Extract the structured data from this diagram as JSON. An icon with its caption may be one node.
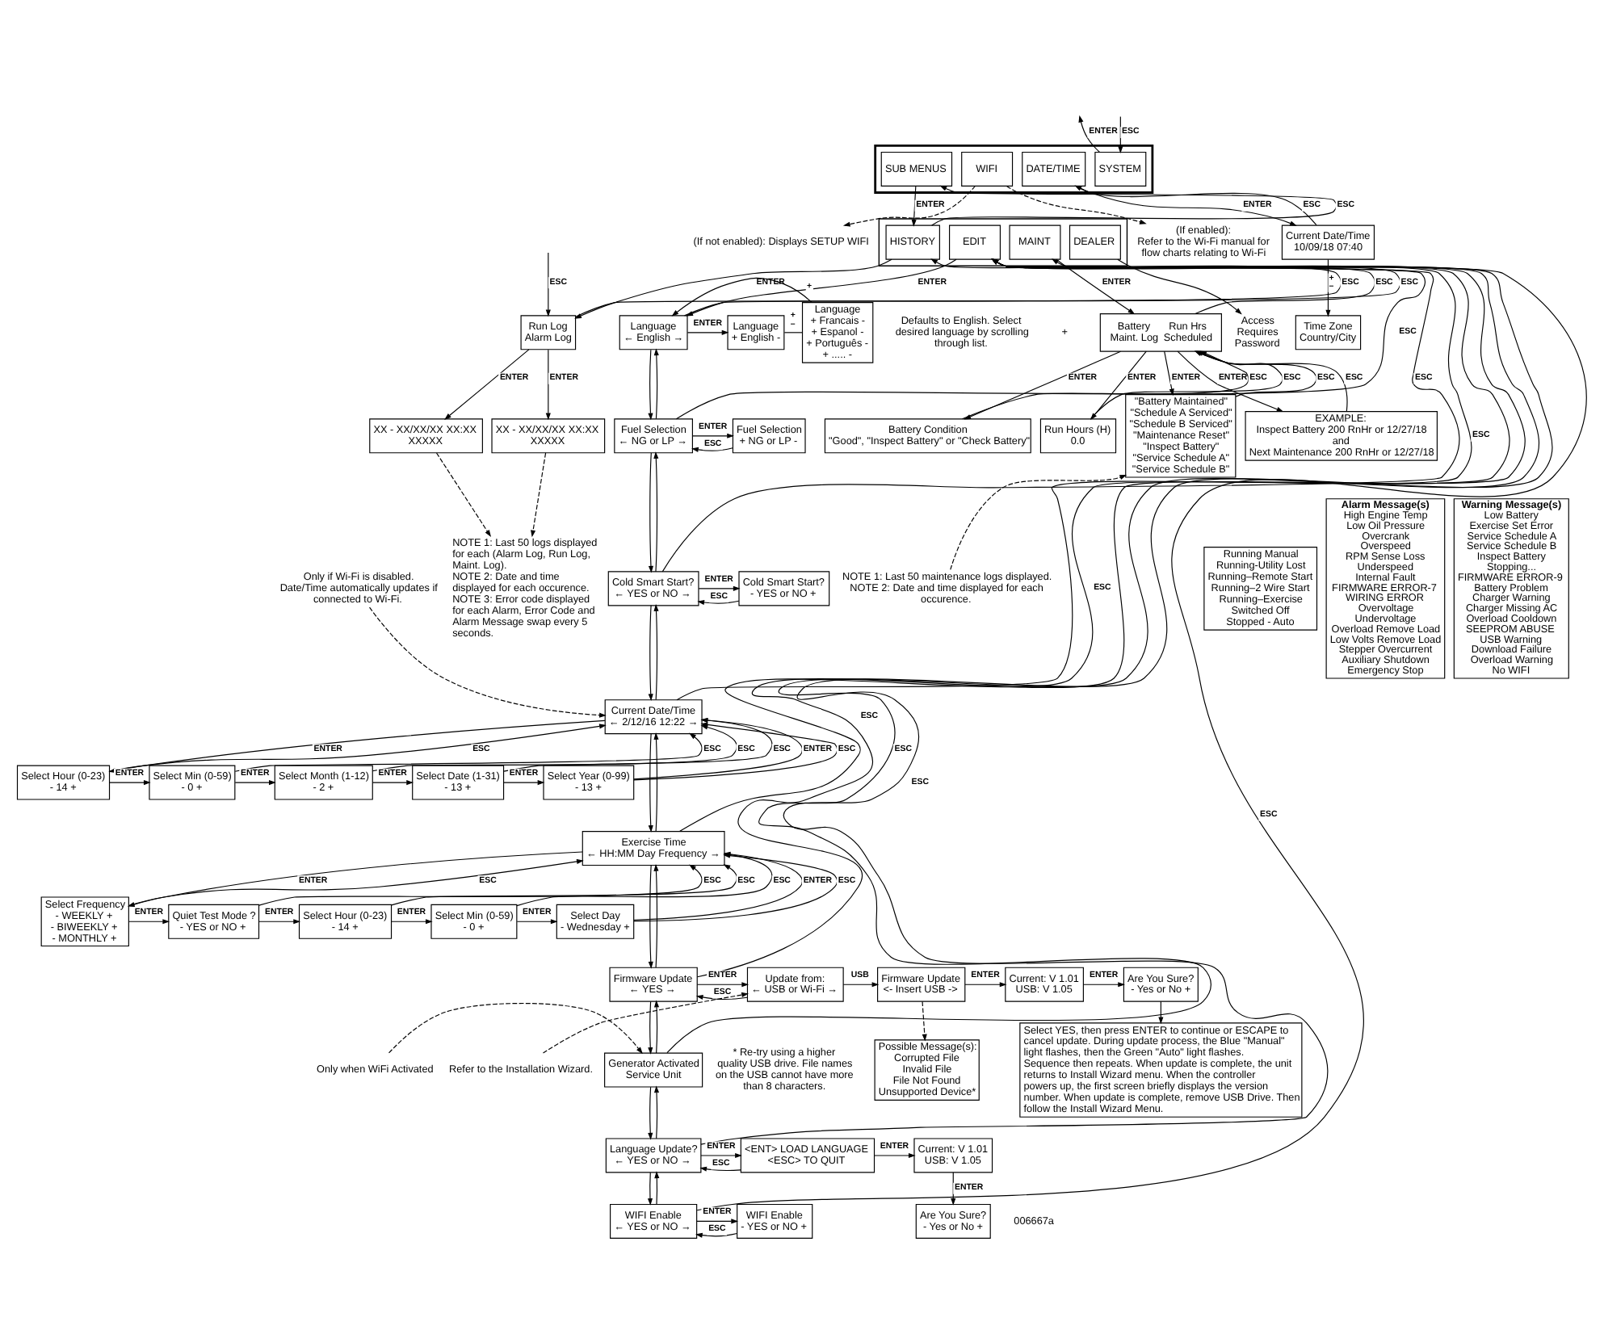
{
  "diagram": {
    "nodes": [
      {
        "text": [],
        "shape": "box"
      },
      {
        "text": [
          "SYSTEM"
        ],
        "in": 0
      },
      {
        "text": [
          "DATE/TIME"
        ],
        "in": 0
      },
      {
        "text": [
          "WIFI"
        ],
        "in": 0
      },
      {
        "text": [
          "SUB MENUS"
        ],
        "in": 0
      },
      {
        "text": [
          "Current Date/Time",
          "10/09/18 07:40"
        ]
      },
      {
        "text": [
          "Time Zone",
          "Country/City"
        ]
      },
      {
        "text": [
          "Running Manual",
          "Running-Utility Lost",
          "Running–Remote Start",
          "Running–2 Wire Start",
          "Running–Exercise",
          "Switched Off",
          "Stopped - Auto"
        ]
      },
      {
        "text": [
          "(If enabled):",
          "Refer to the Wi-Fi manual for flow charts relating to Wi-Fi"
        ]
      },
      {
        "text": [
          "(If not enabled): Displays SETUP WIFI"
        ]
      },
      {
        "text": [],
        "shape": "box"
      },
      {
        "text": [
          "HISTORY"
        ],
        "in": 10
      },
      {
        "text": [
          "MAINT"
        ],
        "in": 10
      },
      {
        "text": [
          "EDIT"
        ],
        "in": 10
      },
      {
        "text": [
          "DEALER"
        ],
        "in": 10
      },
      {
        "text": [
          "Access Requires Password"
        ]
      },
      {
        "text": [
          "Run Log",
          "Alarm Log"
        ]
      },
      {
        "text": [
          "XX - XX/XX/XX XX:XX",
          "XXXXX"
        ]
      },
      {
        "text": [
          "XX - XX/XX/XX XX:XX",
          "XXXXX"
        ]
      },
      {
        "text": [
          "NOTE 1: Last 50 logs displayed for each (Alarm Log, Run Log, Maint. Log).",
          "NOTE 2: Date and time displayed for each occurence.",
          "NOTE 3: Error code displayed for each Alarm, Error Code and Alarm Message swap every 5 seconds."
        ]
      },
      {
        "text": [
          "Battery Maint. Log",
          "Run Hrs Scheduled"
        ]
      },
      {
        "text": [
          "Battery Condition",
          "\"Good\", \"Inspect Battery\" or \"Check Battery\""
        ]
      },
      {
        "text": [
          "Run Hours (H)",
          "0.0"
        ]
      },
      {
        "text": [
          "\"Battery Maintained\"",
          "\"Schedule A Serviced\"",
          "\"Schedule B Serviced\"",
          "\"Maintenance Reset\"",
          "\"Inspect Battery\"",
          "\"Service Schedule A\"",
          "\"Service Schedule B\""
        ]
      },
      {
        "text": [
          "EXAMPLE:",
          "Inspect Battery 200 RnHr or 12/27/18",
          "and",
          "Next Maintenance 200 RnHr or 12/27/18"
        ]
      },
      {
        "text": [
          "NOTE 1: Last 50 maintenance logs displayed.",
          "NOTE 2: Date and time displayed for each occurence."
        ]
      },
      {
        "text": [
          "Language",
          "← English →"
        ]
      },
      {
        "text": [
          "Language",
          "+ English -"
        ]
      },
      {
        "text": [
          "Language",
          "+ Francais -",
          "+ Espanol -",
          "+ Português -",
          "+ ..... -"
        ],
        "beside": [
          "Defaults to English. Select desired language by scrolling through list."
        ]
      },
      {
        "text": [
          "Fuel Selection",
          "← NG or LP →"
        ]
      },
      {
        "text": [
          "Fuel Selection",
          "+ NG or LP -"
        ]
      },
      {
        "text": [
          "Cold Smart Start?",
          "← YES or NO →"
        ]
      },
      {
        "text": [
          "Cold Smart Start?",
          "- YES or NO +"
        ]
      },
      {
        "text": [
          "Only if Wi-Fi is disabled.",
          "Date/Time automatically updates if connected to Wi-Fi."
        ]
      },
      {
        "text": [
          "Current Date/Time",
          "← 2/12/16 12:22 →"
        ]
      },
      {
        "text": [
          "Select Hour (0-23)",
          "- 14 +"
        ]
      },
      {
        "text": [
          "Select Min (0-59)",
          "- 0 +"
        ]
      },
      {
        "text": [
          "Select Month (1-12)",
          "- 2 +"
        ]
      },
      {
        "text": [
          "Select Date (1-31)",
          "- 13 +"
        ]
      },
      {
        "text": [
          "Select Year (0-99)",
          "- 13 +"
        ]
      },
      {
        "text": [
          "Alarm Message(s)",
          "High Engine Temp",
          "Low Oil Pressure",
          "Overcrank",
          "Overspeed",
          "RPM Sense Loss",
          "Underspeed",
          "Internal Fault",
          "FIRMWARE ERROR-7",
          "WIRING ERROR",
          "Overvoltage",
          "Undervoltage",
          "Overload Remove Load",
          "Low Volts Remove Load",
          "Stepper Overcurrent",
          "Auxiliary Shutdown",
          "Emergency Stop"
        ]
      },
      {
        "text": [
          "Exercise Time",
          "← HH:MM Day Frequency →"
        ]
      },
      {
        "text": [
          "Select Frequency",
          "- WEEKLY +",
          "- BIWEEKLY +",
          "- MONTHLY +"
        ]
      },
      {
        "text": [
          "Quiet Test Mode ?",
          "- YES or NO +"
        ]
      },
      {
        "text": [
          "Select Hour (0-23)",
          "- 14 +"
        ]
      },
      {
        "text": [
          "Select Min (0-59)",
          "- 0 +"
        ]
      },
      {
        "text": [
          "Select Day",
          "- Wednesday +"
        ]
      },
      {
        "text": [
          "Firmware Update",
          "← YES →"
        ]
      },
      {
        "text": [
          "Update from:",
          "← USB or Wi-Fi →"
        ]
      },
      {
        "text": [
          "Firmware Update",
          "<- Insert USB ->"
        ]
      },
      {
        "text": [
          "Current: V 1.01",
          "USB: V 1.05"
        ]
      },
      {
        "text": [
          "Are You Sure?",
          "- Yes or No +"
        ]
      },
      {
        "text": [
          "Refer to the Installation Wizard."
        ]
      },
      {
        "text": [
          "Possible Message(s):",
          "Corrupted File",
          "Invalid File",
          "File Not Found",
          "Unsupported Device*"
        ],
        "beside": [
          "* Re-try using a higher quality USB drive. File names on the USB cannot have more than 8 characters."
        ]
      },
      {
        "text": [
          "Warning Message(s)",
          "Low Battery",
          "Exercise Set Error",
          "Service Schedule A",
          "Service Schedule B",
          "Inspect Battery",
          "Stopping...",
          "FIRMWARE ERROR-9",
          "Battery Problem",
          "Charger Warning",
          "Charger Missing AC",
          "Overload Cooldown",
          "SEEPROM ABUSE",
          "USB Warning",
          "Download Failure",
          "Overload Warning",
          "No WIFI"
        ]
      },
      {
        "text": [
          "Generator Activated",
          "Service Unit"
        ]
      },
      {
        "text": [
          "Only when WiFi Activated"
        ]
      },
      {
        "text": [
          "Language Update?",
          "← YES or NO →"
        ]
      },
      {
        "text": [
          "<ENT> LOAD LANGUAGE",
          "<ESC> TO QUIT"
        ]
      },
      {
        "text": [
          "Current: V 1.01",
          "USB: V 1.05"
        ]
      },
      {
        "text": [
          "Select YES, then press ENTER to continue or ESCAPE to cancel update. During update process, the Blue \"Manual\" light flashes, then the Green \"Auto\" light flashes. Sequence then repeats. When update is complete, the unit returns to Install Wizard menu. When the controller powers up, the first screen briefly displays the version number. When update is complete, remove USB Drive. Then follow the Install Wizard Menu."
        ]
      },
      {
        "text": [
          "Are You Sure?",
          "- Yes or No +"
        ]
      },
      {
        "text": [
          "WIFI Enable",
          "← YES or NO →"
        ]
      },
      {
        "text": [
          "WIFI Enable",
          "- YES or NO +"
        ]
      }
    ],
    "edges": [
      {
        "from": 1,
        "to": null,
        "label": "ENTER",
        "arrow": "to"
      },
      {
        "from": null,
        "to": 1,
        "label": "ESC",
        "arrow": "to"
      },
      {
        "from": 3,
        "to": 8,
        "arrow": "to",
        "style": "dashed"
      },
      {
        "from": 3,
        "to": 9,
        "arrow": "to",
        "style": "dashed"
      },
      {
        "from": 5,
        "to": 2,
        "label": "ESC",
        "arrow": "to"
      },
      {
        "from": 2,
        "to": 5,
        "label": "ENTER",
        "arrow": "to"
      },
      {
        "from": 5,
        "to": 6,
        "label": "+ –",
        "arrow": "to"
      },
      {
        "from": 4,
        "to": 11,
        "label": "ENTER",
        "arrow": "to"
      },
      {
        "from": 11,
        "to": 4,
        "label": "ESC",
        "arrow": "to"
      },
      {
        "from": 16,
        "to": 17,
        "label": "ENTER",
        "arrow": "to"
      },
      {
        "from": null,
        "to": 16,
        "label": "ESC",
        "arrow": "to"
      },
      {
        "from": 16,
        "to": 18,
        "label": "ENTER",
        "arrow": "to"
      },
      {
        "from": 17,
        "to": 19,
        "arrow": "to",
        "style": "dashed"
      },
      {
        "from": 18,
        "to": 19,
        "arrow": "to",
        "style": "dashed"
      },
      {
        "from": 16,
        "to": 11,
        "label": "ESC",
        "arrow": "to"
      },
      {
        "from": 11,
        "to": 16,
        "label": "ENTER",
        "arrow": "to"
      },
      {
        "from": 20,
        "to": 12,
        "label": "ESC",
        "arrow": "to"
      },
      {
        "from": 12,
        "to": 20,
        "label": "ENTER",
        "arrow": "to"
      },
      {
        "from": 14,
        "to": 15,
        "arrow": "to"
      },
      {
        "from": 21,
        "to": 20,
        "label": "ESC",
        "arrow": "to"
      },
      {
        "from": 20,
        "to": 21,
        "label": "ENTER",
        "arrow": "to"
      },
      {
        "from": 22,
        "to": 20,
        "label": "ESC",
        "arrow": "to"
      },
      {
        "from": 20,
        "to": 22,
        "label": "ENTER",
        "arrow": "to"
      },
      {
        "from": 20,
        "to": 23,
        "label": "ENTER",
        "arrow": "to"
      },
      {
        "from": 23,
        "to": 20,
        "label": "ESC",
        "arrow": "to"
      },
      {
        "from": 20,
        "to": 24,
        "label": "ENTER",
        "arrow": "to"
      },
      {
        "from": 24,
        "to": 20,
        "label": "ESC",
        "arrow": "to"
      },
      {
        "from": 25,
        "to": 23,
        "arrow": "to",
        "style": "dashed"
      },
      {
        "from": 13,
        "to": 26,
        "label": "ENTER",
        "arrow": "to"
      },
      {
        "from": 26,
        "to": 13,
        "label": "ESC",
        "arrow": "to"
      },
      {
        "from": 29,
        "to": 13,
        "label": "ESC",
        "arrow": "to"
      },
      {
        "from": 31,
        "to": 13,
        "label": "ESC",
        "arrow": "to"
      },
      {
        "from": 34,
        "to": 13,
        "label": "ESC",
        "arrow": "to"
      },
      {
        "from": 41,
        "to": 13,
        "label": "ESC",
        "arrow": "to"
      },
      {
        "from": 47,
        "to": 13,
        "label": "ESC",
        "arrow": "to"
      },
      {
        "from": 55,
        "to": 13,
        "label": "ESC",
        "arrow": "to"
      },
      {
        "from": 57,
        "to": 13,
        "label": "ESC",
        "arrow": "to"
      },
      {
        "from": 62,
        "to": 13,
        "label": "ESC",
        "arrow": "to"
      },
      {
        "from": 26,
        "to": 27,
        "label": "ENTER",
        "arrow": "to"
      },
      {
        "from": 27,
        "to": 28,
        "label": "+ –",
        "arrow": "none"
      },
      {
        "from": 28,
        "to": 26,
        "label": "+",
        "arrow": "to"
      },
      {
        "from": 26,
        "to": 29,
        "arrow": "to"
      },
      {
        "from": 29,
        "to": 26,
        "arrow": "to"
      },
      {
        "from": 29,
        "to": 30,
        "label": "ENTER",
        "arrow": "to"
      },
      {
        "from": 30,
        "to": 29,
        "label": "ESC",
        "arrow": "to"
      },
      {
        "from": 29,
        "to": 31,
        "arrow": "to"
      },
      {
        "from": 31,
        "to": 29,
        "arrow": "to"
      },
      {
        "from": 31,
        "to": 32,
        "label": "ENTER",
        "arrow": "to"
      },
      {
        "from": 32,
        "to": 31,
        "label": "ESC",
        "arrow": "to"
      },
      {
        "from": 31,
        "to": 34,
        "arrow": "to"
      },
      {
        "from": 34,
        "to": 31,
        "arrow": "to"
      },
      {
        "from": 33,
        "to": 34,
        "arrow": "to",
        "style": "dashed"
      },
      {
        "from": 39,
        "to": 34,
        "label": "ENTER",
        "arrow": "to"
      },
      {
        "from": 39,
        "to": 34,
        "label": "ESC",
        "arrow": "to"
      },
      {
        "from": 38,
        "to": 34,
        "label": "ESC",
        "arrow": "to"
      },
      {
        "from": 37,
        "to": 34,
        "label": "ESC",
        "arrow": "to"
      },
      {
        "from": 36,
        "to": 34,
        "label": "ESC",
        "arrow": "to"
      },
      {
        "from": 35,
        "to": 34,
        "label": "ESC",
        "arrow": "to"
      },
      {
        "from": 34,
        "to": 35,
        "label": "ENTER",
        "arrow": "to"
      },
      {
        "from": 35,
        "to": 36,
        "label": "ENTER",
        "arrow": "to"
      },
      {
        "from": 36,
        "to": 37,
        "label": "ENTER",
        "arrow": "to"
      },
      {
        "from": 37,
        "to": 38,
        "label": "ENTER",
        "arrow": "to"
      },
      {
        "from": 38,
        "to": 39,
        "label": "ENTER",
        "arrow": "to"
      },
      {
        "from": 34,
        "to": 41,
        "arrow": "to"
      },
      {
        "from": 41,
        "to": 34,
        "arrow": "to"
      },
      {
        "from": 46,
        "to": 41,
        "label": "ENTER",
        "arrow": "to"
      },
      {
        "from": 46,
        "to": 41,
        "label": "ESC",
        "arrow": "to"
      },
      {
        "from": 45,
        "to": 41,
        "label": "ESC",
        "arrow": "to"
      },
      {
        "from": 44,
        "to": 41,
        "label": "ESC",
        "arrow": "to"
      },
      {
        "from": 43,
        "to": 41,
        "label": "ESC",
        "arrow": "to"
      },
      {
        "from": 42,
        "to": 41,
        "label": "ESC",
        "arrow": "to"
      },
      {
        "from": 41,
        "to": 42,
        "label": "ENTER",
        "arrow": "to"
      },
      {
        "from": 42,
        "to": 43,
        "label": "ENTER",
        "arrow": "to"
      },
      {
        "from": 43,
        "to": 44,
        "label": "ENTER",
        "arrow": "to"
      },
      {
        "from": 44,
        "to": 45,
        "label": "ENTER",
        "arrow": "to"
      },
      {
        "from": 45,
        "to": 46,
        "label": "ENTER",
        "arrow": "to"
      },
      {
        "from": 41,
        "to": 47,
        "arrow": "to"
      },
      {
        "from": 47,
        "to": 41,
        "arrow": "to"
      },
      {
        "from": 52,
        "to": 48,
        "arrow": "to",
        "style": "dashed"
      },
      {
        "from": 47,
        "to": 48,
        "label": "ENTER",
        "arrow": "to"
      },
      {
        "from": 48,
        "to": 47,
        "label": "ESC",
        "arrow": "to"
      },
      {
        "from": 48,
        "to": 49,
        "label": "USB",
        "arrow": "to"
      },
      {
        "from": 49,
        "to": 50,
        "label": "ENTER",
        "arrow": "to"
      },
      {
        "from": 50,
        "to": 51,
        "label": "ENTER",
        "arrow": "to"
      },
      {
        "from": 51,
        "to": 60,
        "arrow": "to"
      },
      {
        "from": 49,
        "to": 53,
        "arrow": "to",
        "style": "dashed"
      },
      {
        "from": 47,
        "to": 55,
        "arrow": "to"
      },
      {
        "from": 55,
        "to": 47,
        "arrow": "to"
      },
      {
        "from": 56,
        "to": 55,
        "arrow": "to",
        "style": "dashed"
      },
      {
        "from": 55,
        "to": 57,
        "arrow": "to"
      },
      {
        "from": 57,
        "to": 55,
        "arrow": "to"
      },
      {
        "from": 57,
        "to": 58,
        "label": "ENTER",
        "arrow": "to"
      },
      {
        "from": 58,
        "to": 57,
        "label": "ESC",
        "arrow": "to"
      },
      {
        "from": 58,
        "to": 59,
        "label": "ENTER",
        "arrow": "to"
      },
      {
        "from": 59,
        "to": 61,
        "label": "ENTER",
        "arrow": "to"
      },
      {
        "from": 57,
        "to": 62,
        "arrow": "to"
      },
      {
        "from": 62,
        "to": 57,
        "arrow": "to"
      },
      {
        "from": 62,
        "to": 63,
        "label": "ENTER",
        "arrow": "to"
      },
      {
        "from": 63,
        "to": 62,
        "label": "ESC",
        "arrow": "to"
      }
    ],
    "labels": [
      "+",
      "006667a"
    ]
  }
}
